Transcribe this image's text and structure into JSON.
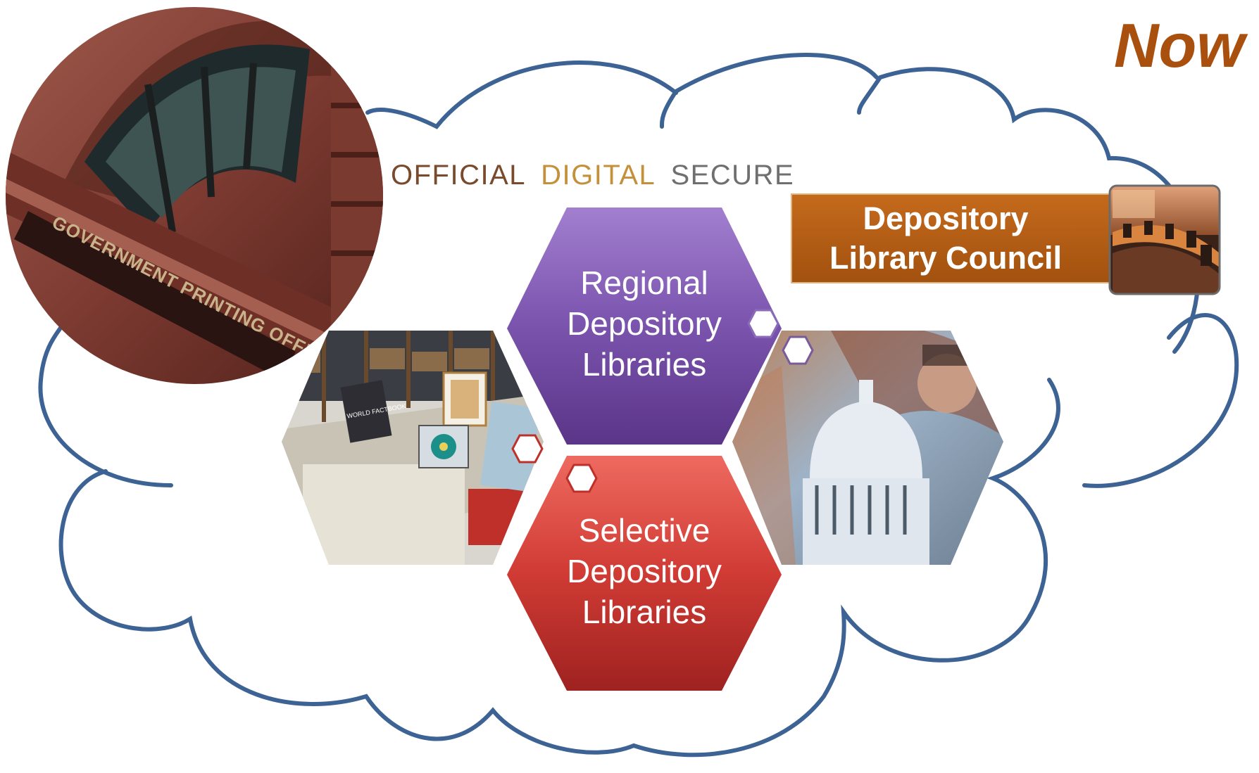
{
  "corner_label": "Now",
  "tagline": {
    "words": [
      "OFFICIAL",
      "DIGITAL",
      "SECURE"
    ],
    "colors": [
      "#7a4a2c",
      "#c4903a",
      "#6f6f6f"
    ]
  },
  "building_photo": {
    "sign_text": "GOVERNMENT PRINTING OFFICE"
  },
  "council": {
    "title_line1": "Depository",
    "title_line2": "Library Council",
    "color": "#b65a0f"
  },
  "regional": {
    "lines": [
      "Regional",
      "Depository",
      "Libraries"
    ],
    "color": "#7d55b0"
  },
  "selective": {
    "lines": [
      "Selective",
      "Depository",
      "Libraries"
    ],
    "color": "#d23b35"
  },
  "library_photo": {
    "sign_text": "WORLD FACTBOOK"
  },
  "colors": {
    "cloud_stroke": "#3d6294",
    "now_text": "#a9500e"
  }
}
